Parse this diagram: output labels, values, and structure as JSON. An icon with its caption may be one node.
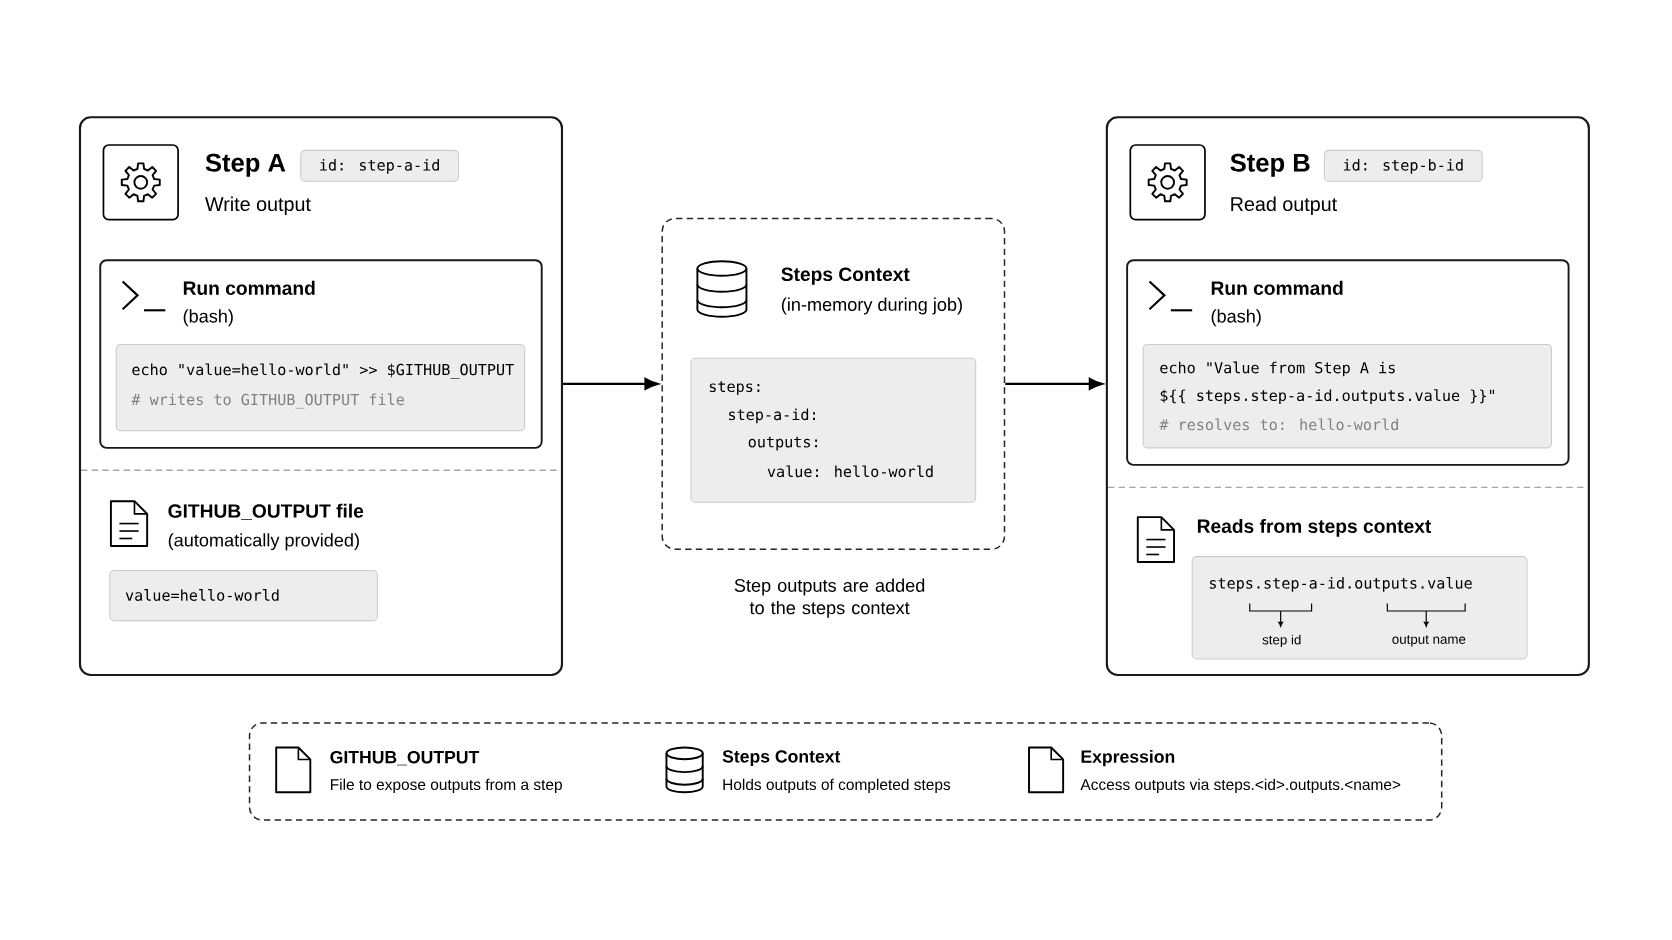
{
  "diagram": {
    "nodes": [
      {
        "text": [
          "Step A",
          "Write output",
          "GITHUB_OUTPUT file",
          "(automatically provided)"
        ]
      },
      {
        "text": [
          "id: step-a-id"
        ],
        "in": 0
      },
      {
        "text": [
          "Run command",
          "(bash)"
        ],
        "in": 0
      },
      {
        "text": [
          "echo \"value=hello-world\" >> $GITHUB_OUTPUT",
          "# writes to GITHUB_OUTPUT file"
        ],
        "in": 2
      },
      {
        "text": [
          "value=hello-world"
        ],
        "in": 0
      },
      {
        "text": [
          "Steps Context",
          "(in-memory during job)"
        ],
        "beside": [
          "Step outputs are added to the steps context"
        ]
      },
      {
        "text": [
          "steps:",
          "step-a-id:",
          "outputs:",
          "value:  hello-world"
        ],
        "in": 5
      },
      {
        "text": [
          "Step B",
          "Read output",
          "Reads from steps context"
        ]
      },
      {
        "text": [
          "id: step-b-id"
        ],
        "in": 7
      },
      {
        "text": [
          "Run command",
          "(bash)"
        ],
        "in": 7
      },
      {
        "text": [
          "echo \"Value from Step A is",
          "${{ steps.step-a-id.outputs.value }}\"",
          "# resolves to: hello-world"
        ],
        "in": 9
      },
      {
        "text": [
          "steps.step-a-id.outputs.value",
          "step id",
          "output name"
        ],
        "in": 7
      },
      {
        "text": [
          "GITHUB_OUTPUT",
          "File to expose outputs from a step",
          "Steps Context",
          "Holds outputs of completed steps",
          "Expression",
          "Access outputs via steps.<id>.outputs.<name>"
        ]
      }
    ],
    "edges": [
      {
        "from": 0,
        "to": 5,
        "arrow": "to"
      },
      {
        "from": 5,
        "to": 7,
        "arrow": "to"
      }
    ]
  }
}
